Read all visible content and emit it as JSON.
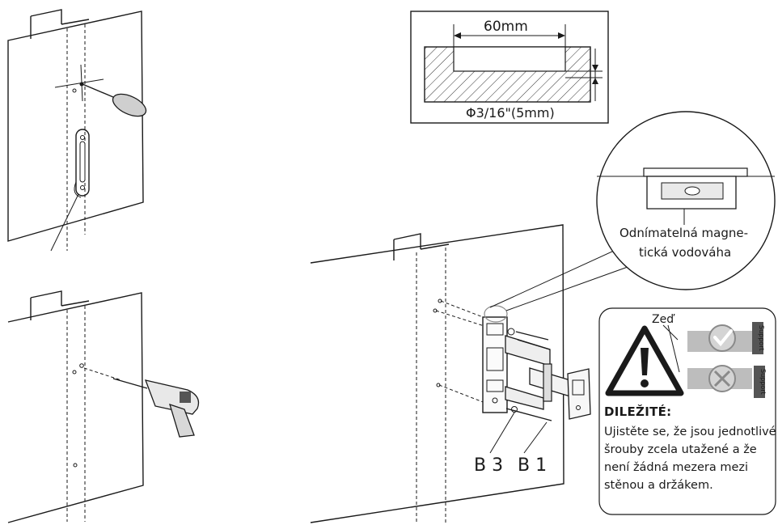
{
  "dimension": {
    "width_label": "60mm",
    "hole_label": "Φ3/16\"(5mm)"
  },
  "magnifier": {
    "caption_line1": "Odnímatelná magne-",
    "caption_line2": "tická vodováha"
  },
  "parts": {
    "b3": "B 3",
    "b1": "B 1"
  },
  "warning": {
    "wall_label": "Zeď",
    "support_tag": "Support",
    "title": "DILEŽITÉ:",
    "body": "Ujistěte se, že jsou jednotlivé šrouby zcela utažené a že není žádná mezera mezi stěnou a držákem."
  },
  "colors": {
    "line": "#1a1a1a",
    "hatch": "#333333",
    "gray_badge": "#b9b9b9",
    "light_gray": "#e5e5e5"
  },
  "icons": [
    "screwdriver-icon",
    "drill-icon",
    "spirit-level-icon",
    "check-icon",
    "cross-icon",
    "warning-icon"
  ]
}
